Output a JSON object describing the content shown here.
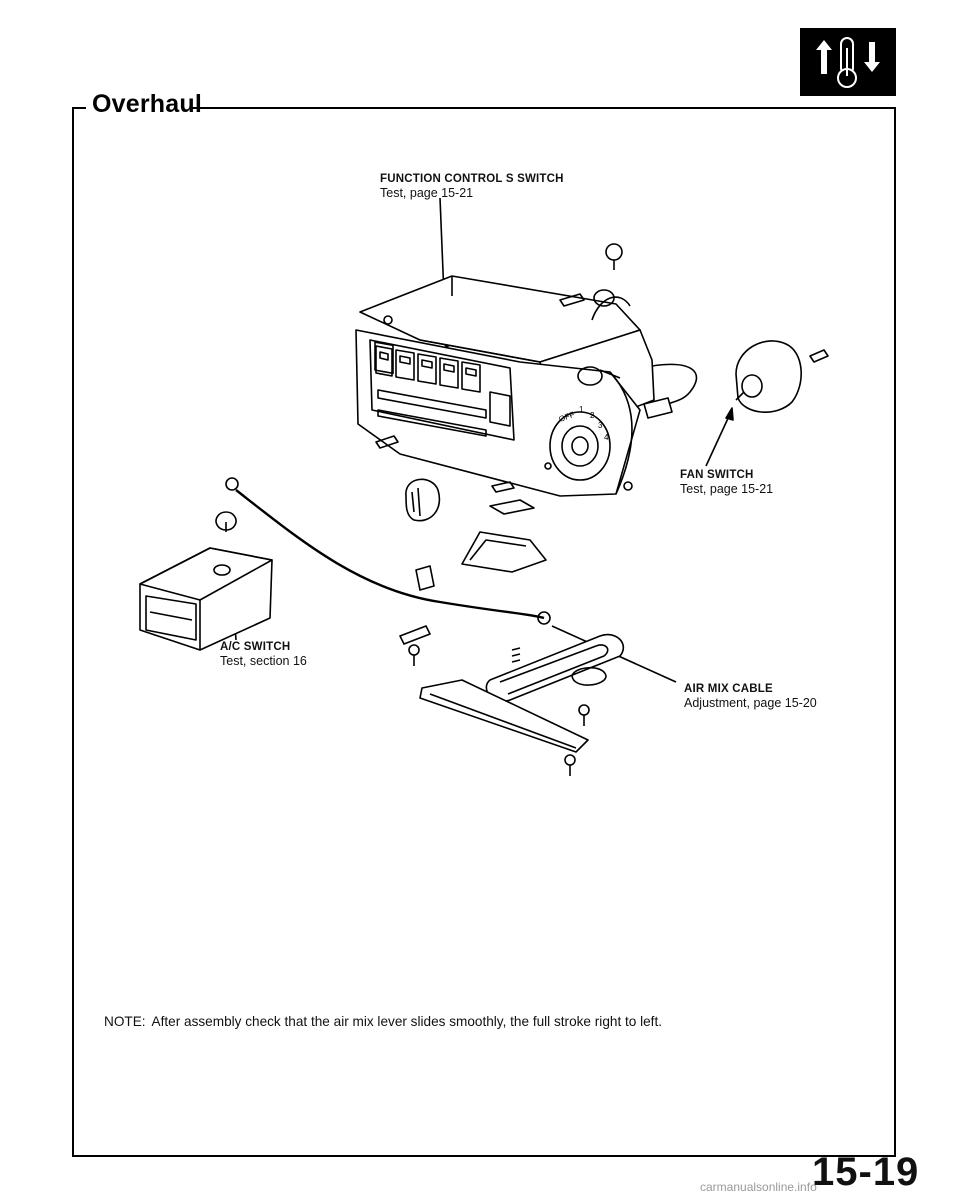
{
  "section": {
    "title": "Overhaul"
  },
  "tab_icon": {
    "name": "heater-thermometer-icon"
  },
  "callouts": [
    {
      "id": "function-control",
      "name": "FUNCTION CONTROL S SWITCH",
      "ref": "Test, page 15-21"
    },
    {
      "id": "fan-switch",
      "name": "FAN SWITCH",
      "ref": "Test, page 15-21"
    },
    {
      "id": "ac-switch",
      "name": "A/C SWITCH",
      "ref": "Test, section 16"
    },
    {
      "id": "air-mix-cable",
      "name": "AIR MIX CABLE",
      "ref": "Adjustment, page 15-20"
    }
  ],
  "dial_labels": [
    "OFF",
    "1",
    "2",
    "3",
    "4"
  ],
  "note": {
    "tag": "NOTE:",
    "text": "After assembly check that the air mix lever slides smoothly, the full stroke right to left."
  },
  "page_number": "15-19",
  "footer": "carmanualsonline.info"
}
